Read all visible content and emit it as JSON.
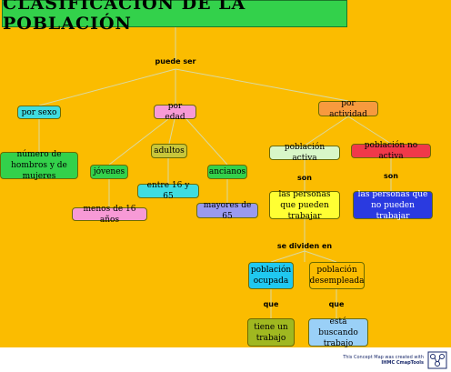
{
  "title": "CLASIFICACIÓN DE LA POBLACIÓN",
  "links": {
    "puede_ser": "puede ser",
    "son_1": "son",
    "son_2": "son",
    "se_dividen_en": "se dividen en",
    "que_1": "que",
    "que_2": "que"
  },
  "nodes": {
    "por_sexo": "por sexo",
    "por_edad": "por edad",
    "por_actividad": "por actividad",
    "hombres_mujeres": "número de hombros y de mujeres",
    "jovenes": "jóvenes",
    "adultos": "adultos",
    "ancianos": "ancianos",
    "menos_16": "menos de 16 años",
    "entre_16_65": "entre 16 y 65",
    "mayores_65": "mayores de 65",
    "poblacion_activa": "población activa",
    "poblacion_no_activa": "población no activa",
    "pueden_trabajar": "las personas que pueden trabajar",
    "no_pueden_trabajar": "las personas que no pueden trabajar",
    "poblacion_ocupada": "población ocupada",
    "poblacion_desempleada": "población desempleada",
    "tiene_trabajo": "tiene un trabajo",
    "buscando_trabajo": "está buscando trabajo"
  },
  "colors": {
    "background": "#fbbc00",
    "title": "#33d14b",
    "por_sexo": "#3fdce0",
    "por_edad": "#f79ad6",
    "por_actividad": "#f79a3e",
    "green_node": "#33d14b",
    "pink_node": "#f79ad6",
    "adultos": "#c9c63a",
    "cyan_node": "#3fdce0",
    "purple_node": "#9a9af0",
    "activa": "#d8f7c8",
    "no_activa": "#f0394a",
    "pueden": "#ffff33",
    "no_pueden": "#2a3ae0",
    "ocupada": "#20c8f0",
    "desempleada": "#fbbc00",
    "tiene": "#a0b820",
    "buscando": "#9ad0f7"
  },
  "footer": {
    "line1": "This Concept Map was created with",
    "line2": "IHMC CmapTools"
  }
}
